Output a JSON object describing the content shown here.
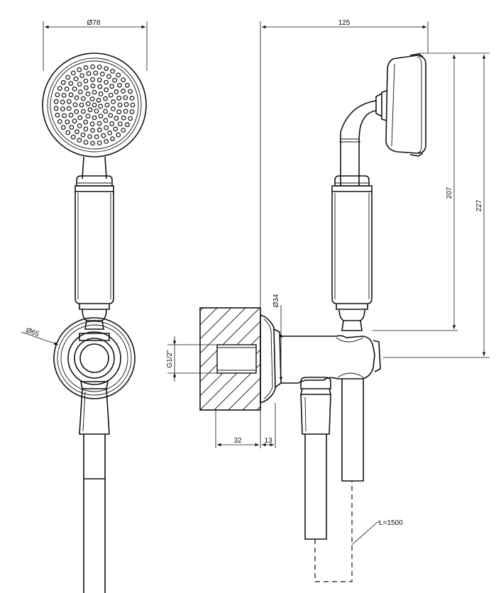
{
  "dimensions": {
    "head_diameter": "Ø78",
    "overall_width": "125",
    "height_207": "207",
    "height_227": "227",
    "flange_diameter": "Ø65",
    "outlet_diameter": "Ø34",
    "thread": "G1/2\"",
    "depth_32": "32",
    "depth_13": "13",
    "hose_length": "L=1500"
  }
}
